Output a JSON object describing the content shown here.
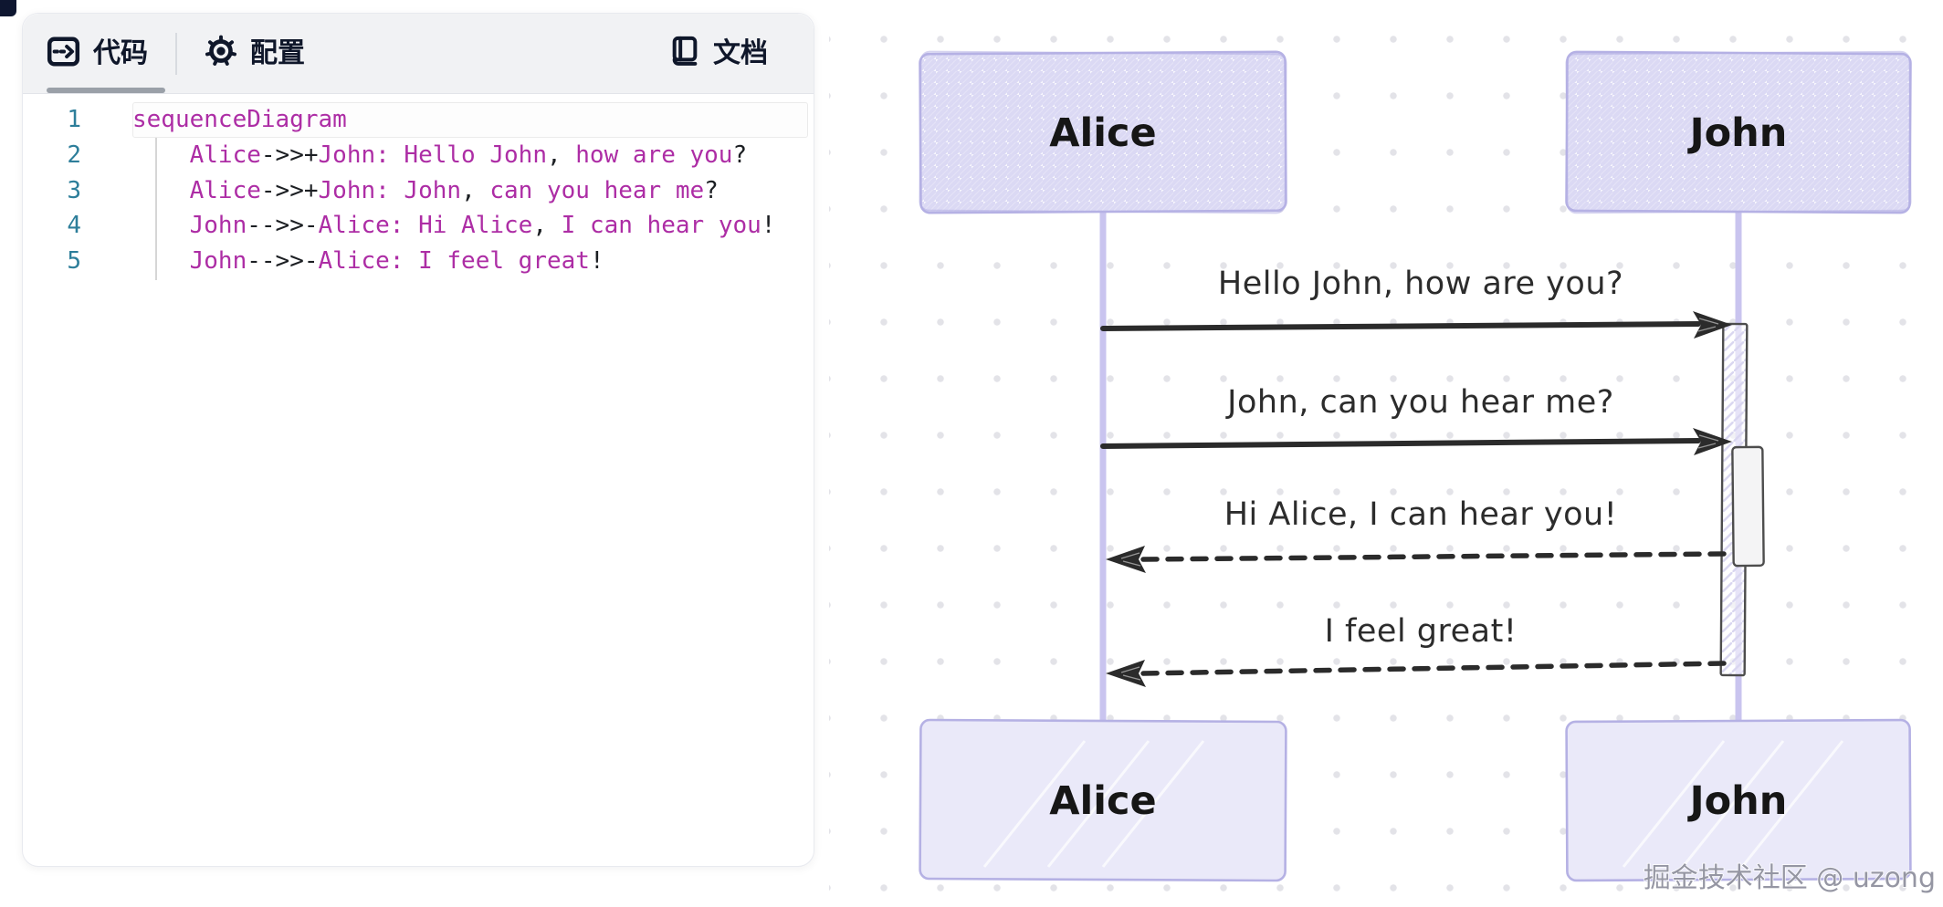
{
  "editor_panel": {
    "tabs": [
      {
        "label": "代码",
        "icon": "code-icon",
        "active": true
      },
      {
        "label": "配置",
        "icon": "gear-icon",
        "active": false
      },
      {
        "label": "文档",
        "icon": "book-icon",
        "active": false
      }
    ],
    "code": {
      "language": "mermaid",
      "lines": [
        {
          "num": "1",
          "segments": [
            {
              "c": "k",
              "t": "sequenceDiagram"
            }
          ]
        },
        {
          "num": "2",
          "segments": [
            {
              "c": "k",
              "t": "    Alice"
            },
            {
              "c": "p",
              "t": "->>+"
            },
            {
              "c": "k",
              "t": "John: Hello John"
            },
            {
              "c": "p",
              "t": ","
            },
            {
              "c": "k",
              "t": " how are you"
            },
            {
              "c": "p",
              "t": "?"
            }
          ]
        },
        {
          "num": "3",
          "segments": [
            {
              "c": "k",
              "t": "    Alice"
            },
            {
              "c": "p",
              "t": "->>+"
            },
            {
              "c": "k",
              "t": "John: John"
            },
            {
              "c": "p",
              "t": ","
            },
            {
              "c": "k",
              "t": " can you hear me"
            },
            {
              "c": "p",
              "t": "?"
            }
          ]
        },
        {
          "num": "4",
          "segments": [
            {
              "c": "k",
              "t": "    John"
            },
            {
              "c": "p",
              "t": "-->>-"
            },
            {
              "c": "k",
              "t": "Alice: Hi Alice"
            },
            {
              "c": "p",
              "t": ","
            },
            {
              "c": "k",
              "t": " I can hear you"
            },
            {
              "c": "p",
              "t": "!"
            }
          ]
        },
        {
          "num": "5",
          "segments": [
            {
              "c": "k",
              "t": "    John"
            },
            {
              "c": "p",
              "t": "-->>-"
            },
            {
              "c": "k",
              "t": "Alice: I feel great"
            },
            {
              "c": "p",
              "t": "!"
            }
          ]
        }
      ]
    }
  },
  "diagram": {
    "type": "sequence",
    "style": "hand-drawn",
    "actors": {
      "left": "Alice",
      "right": "John"
    },
    "messages": [
      {
        "text": "Hello John, how are you?",
        "from": "Alice",
        "to": "John",
        "line": "solid"
      },
      {
        "text": "John, can you hear me?",
        "from": "Alice",
        "to": "John",
        "line": "solid"
      },
      {
        "text": "Hi Alice, I can hear you!",
        "from": "John",
        "to": "Alice",
        "line": "dashed"
      },
      {
        "text": "I feel great!",
        "from": "John",
        "to": "Alice",
        "line": "dashed"
      }
    ],
    "watermark": "掘金技术社区 @ uzong"
  },
  "colors": {
    "code_keyword": "#ad2da5",
    "code_plain": "#1c1f23",
    "line_number": "#2d7e9a",
    "header_bg": "#f1f2f4",
    "active_tab_underline": "#9aa0a8",
    "actor_fill": "#eceafa",
    "actor_hatch": "#dbd9f4",
    "actor_border": "#b5b1e4",
    "lifeline": "#c9c4ef",
    "arrow": "#2b2b2b",
    "activation_border": "#4d4d4d",
    "dot_grid": "#e3e3e8",
    "watermark_text": "#9596a3"
  }
}
